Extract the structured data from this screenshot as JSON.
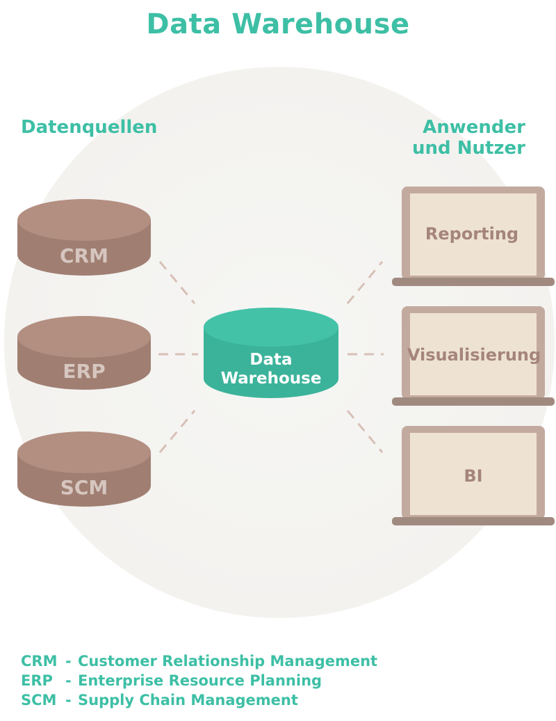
{
  "title": "Data Warehouse",
  "sections": {
    "sources": "Datenquellen",
    "users_line1": "Anwender",
    "users_line2": "und Nutzer"
  },
  "sources": [
    {
      "label": "CRM"
    },
    {
      "label": "ERP"
    },
    {
      "label": "SCM"
    }
  ],
  "center": {
    "line1": "Data",
    "line2": "Warehouse"
  },
  "consumers": [
    {
      "label": "Reporting"
    },
    {
      "label": "Visualisierung"
    },
    {
      "label": "BI"
    }
  ],
  "legend": [
    {
      "abbr": "CRM",
      "sep": "-",
      "text": "Customer Relationship Management"
    },
    {
      "abbr": "ERP",
      "sep": "-",
      "text": "Enterprise Resource Planning"
    },
    {
      "abbr": "SCM",
      "sep": "-",
      "text": "Supply Chain Management"
    }
  ],
  "colors": {
    "accent": "#3dbfa5",
    "cylinder": "#a07f72",
    "cylinder_top": "#b38f81",
    "warehouse": "#3bb39a",
    "warehouse_top": "#44c2a8",
    "laptop_frame": "#c3aa9f",
    "laptop_screen": "#eee3d3",
    "laptop_base": "#a08a80",
    "connector": "#d8c0b6"
  }
}
